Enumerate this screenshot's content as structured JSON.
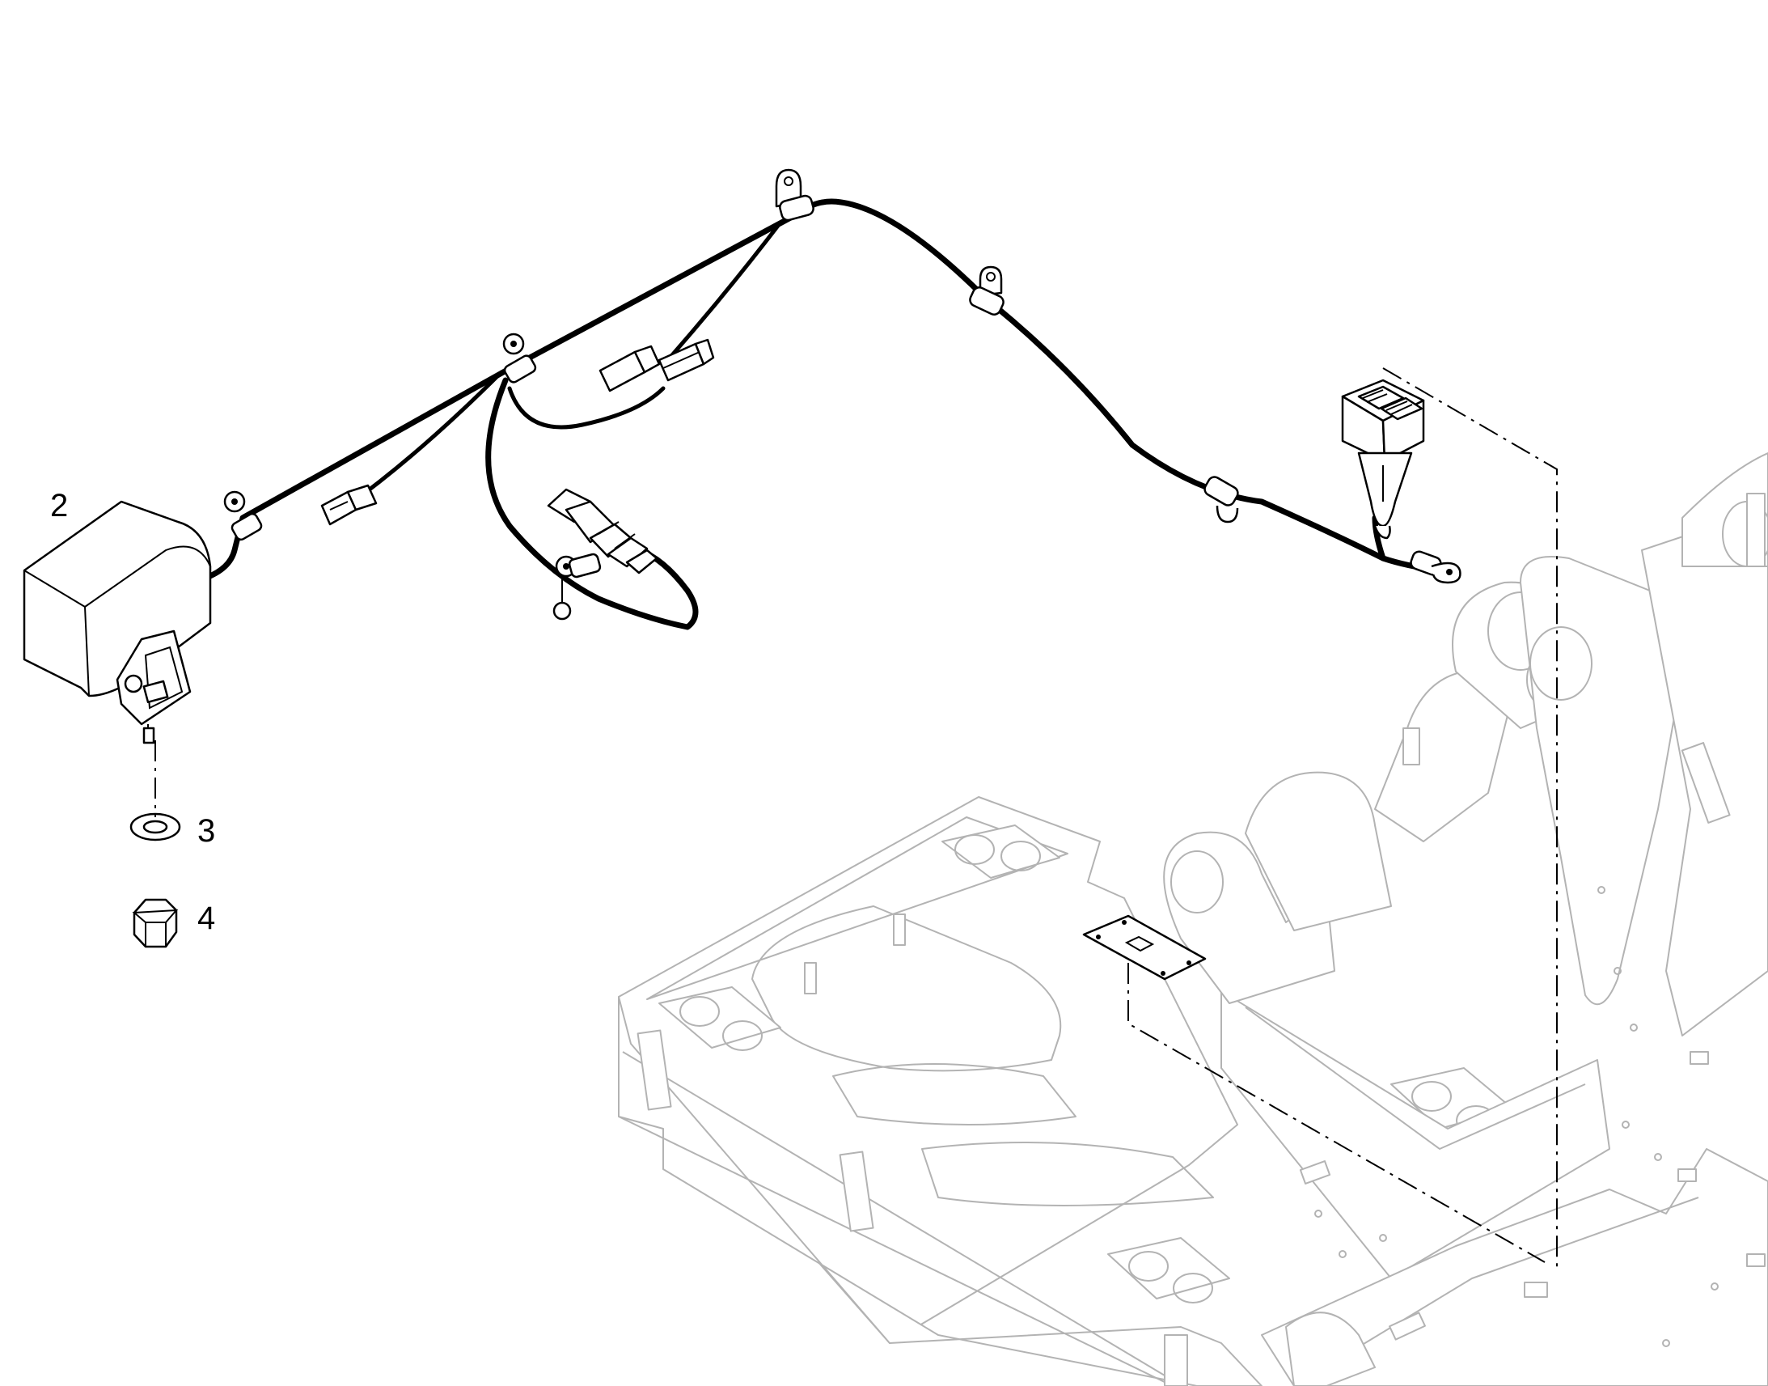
{
  "callouts": [
    {
      "id": "2",
      "label": "2"
    },
    {
      "id": "3",
      "label": "3"
    },
    {
      "id": "4",
      "label": "4"
    }
  ],
  "colors": {
    "linework": "#000000",
    "background_frame": "#b3b3b3",
    "background": "#ffffff"
  }
}
